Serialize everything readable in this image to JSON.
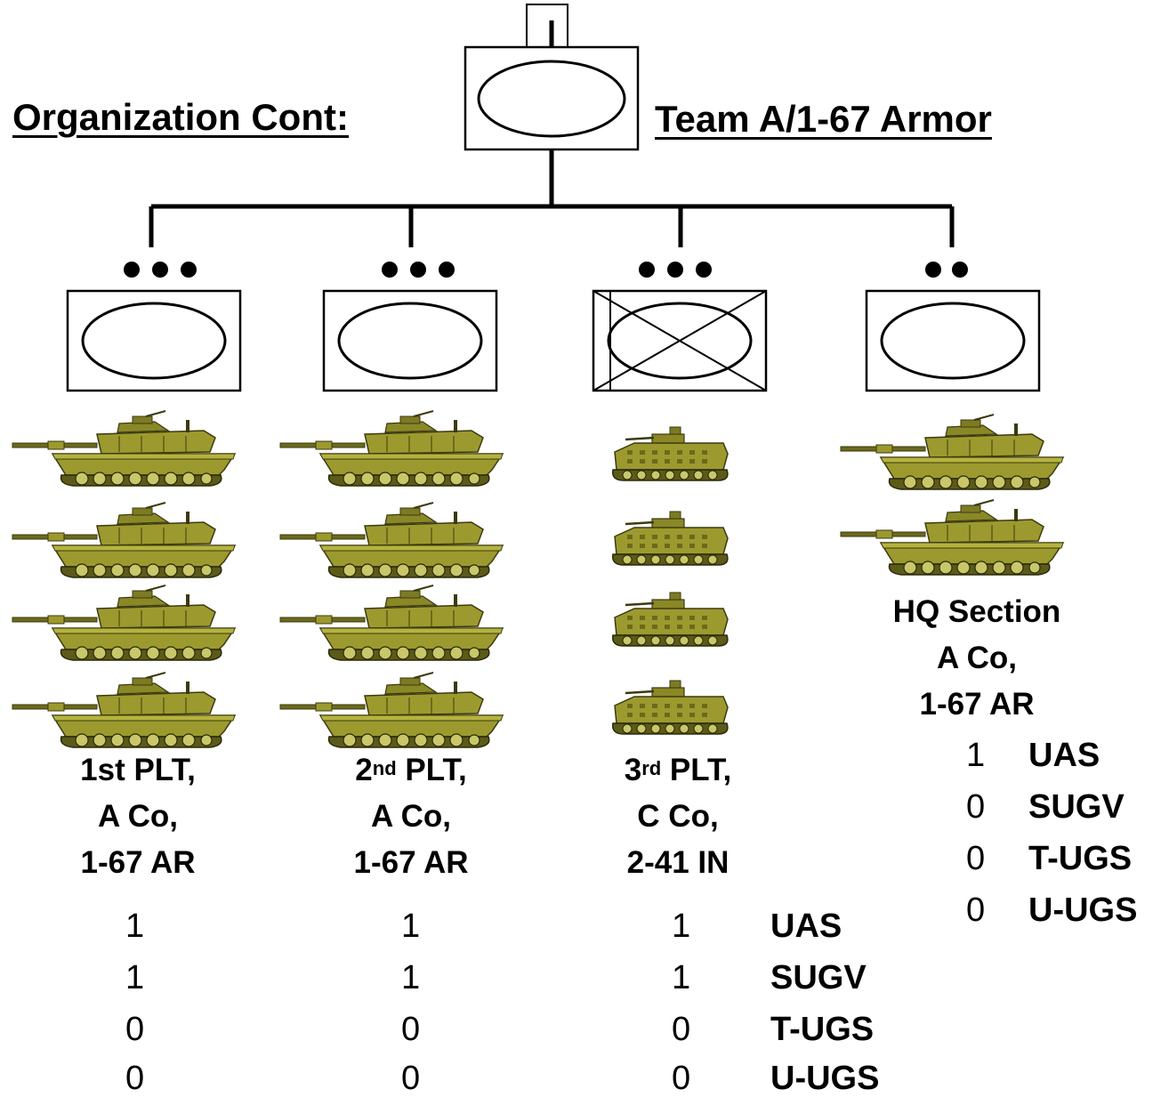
{
  "header": {
    "left_title": "Organization Cont:",
    "right_title": "Team A/1-67 Armor"
  },
  "units": [
    {
      "rank_dots": 3,
      "symbol": "armor",
      "vehicle": "tank",
      "vehicle_count": 4,
      "label_parts": [
        "1st PLT,",
        "A Co,",
        "1-67 AR"
      ],
      "assets": [
        1,
        1,
        0,
        0
      ]
    },
    {
      "rank_dots": 3,
      "symbol": "armor",
      "vehicle": "tank",
      "vehicle_count": 4,
      "label_line1_num": "2",
      "label_line1_sup": "nd",
      "label_line1_rest": " PLT,",
      "label_parts": [
        "",
        "A Co,",
        "1-67 AR"
      ],
      "assets": [
        1,
        1,
        0,
        0
      ]
    },
    {
      "rank_dots": 3,
      "symbol": "mechanized-infantry",
      "vehicle": "ifv",
      "vehicle_count": 4,
      "label_line1_num": "3",
      "label_line1_sup": "rd",
      "label_line1_rest": " PLT,",
      "label_parts": [
        "",
        "C Co,",
        "2-41 IN"
      ],
      "assets": [
        1,
        1,
        0,
        0
      ]
    },
    {
      "rank_dots": 2,
      "symbol": "armor",
      "vehicle": "tank",
      "vehicle_count": 2,
      "label_parts": [
        "HQ Section",
        "A Co,",
        "1-67 AR"
      ],
      "assets": [
        1,
        0,
        0,
        0
      ]
    }
  ],
  "asset_types": [
    "UAS",
    "SUGV",
    "T-UGS",
    "U-UGS"
  ],
  "colors": {
    "vehicle_body": "#9c9a2e",
    "vehicle_shade": "#6b6a1c",
    "line": "#000000"
  }
}
